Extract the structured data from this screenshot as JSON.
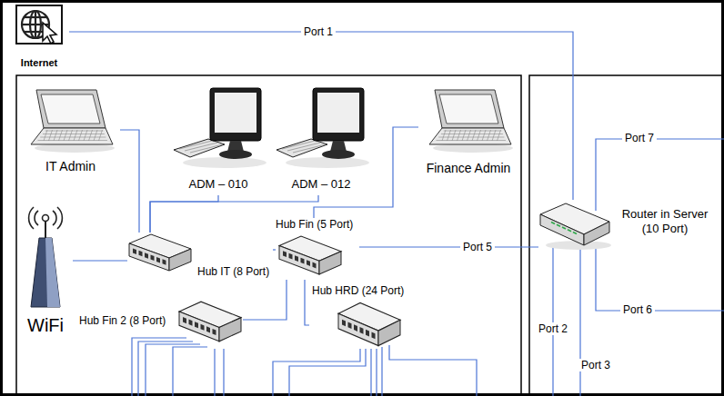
{
  "diagram": {
    "nodes": [
      {
        "text": [
          "Internet"
        ]
      },
      {
        "text": [
          "IT Admin"
        ]
      },
      {
        "text": [
          "ADM – 010"
        ]
      },
      {
        "text": [
          "ADM – 012"
        ]
      },
      {
        "text": [
          "Finance Admin"
        ]
      },
      {
        "text": [
          "WiFi"
        ]
      },
      {
        "text": [
          "Hub IT (8 Port)"
        ]
      },
      {
        "text": [
          "Hub Fin (5 Port)"
        ]
      },
      {
        "text": [
          "Router in Server (10 Port)"
        ]
      },
      {
        "text": [
          "Hub Fin 2 (8 Port)"
        ]
      },
      {
        "text": [
          "Hub HRD (24 Port)"
        ]
      }
    ],
    "edges": [
      {
        "from": 0,
        "to": 8,
        "label": "Port 1",
        "arrow": "none"
      },
      {
        "from": 1,
        "to": 6,
        "arrow": "none"
      },
      {
        "from": 2,
        "to": 6,
        "arrow": "none"
      },
      {
        "from": 3,
        "to": 6,
        "arrow": "none"
      },
      {
        "from": 4,
        "to": 7,
        "arrow": "none"
      },
      {
        "from": 5,
        "to": 6,
        "arrow": "none"
      },
      {
        "from": 6,
        "to": 7,
        "arrow": "none"
      },
      {
        "from": 7,
        "to": 8,
        "label": "Port 5",
        "arrow": "none"
      },
      {
        "from": 7,
        "to": 9,
        "arrow": "none"
      },
      {
        "from": 7,
        "to": 10,
        "arrow": "none"
      }
    ],
    "labels": [
      "Port 7",
      "Port 6",
      "Port 2",
      "Port 3"
    ]
  }
}
